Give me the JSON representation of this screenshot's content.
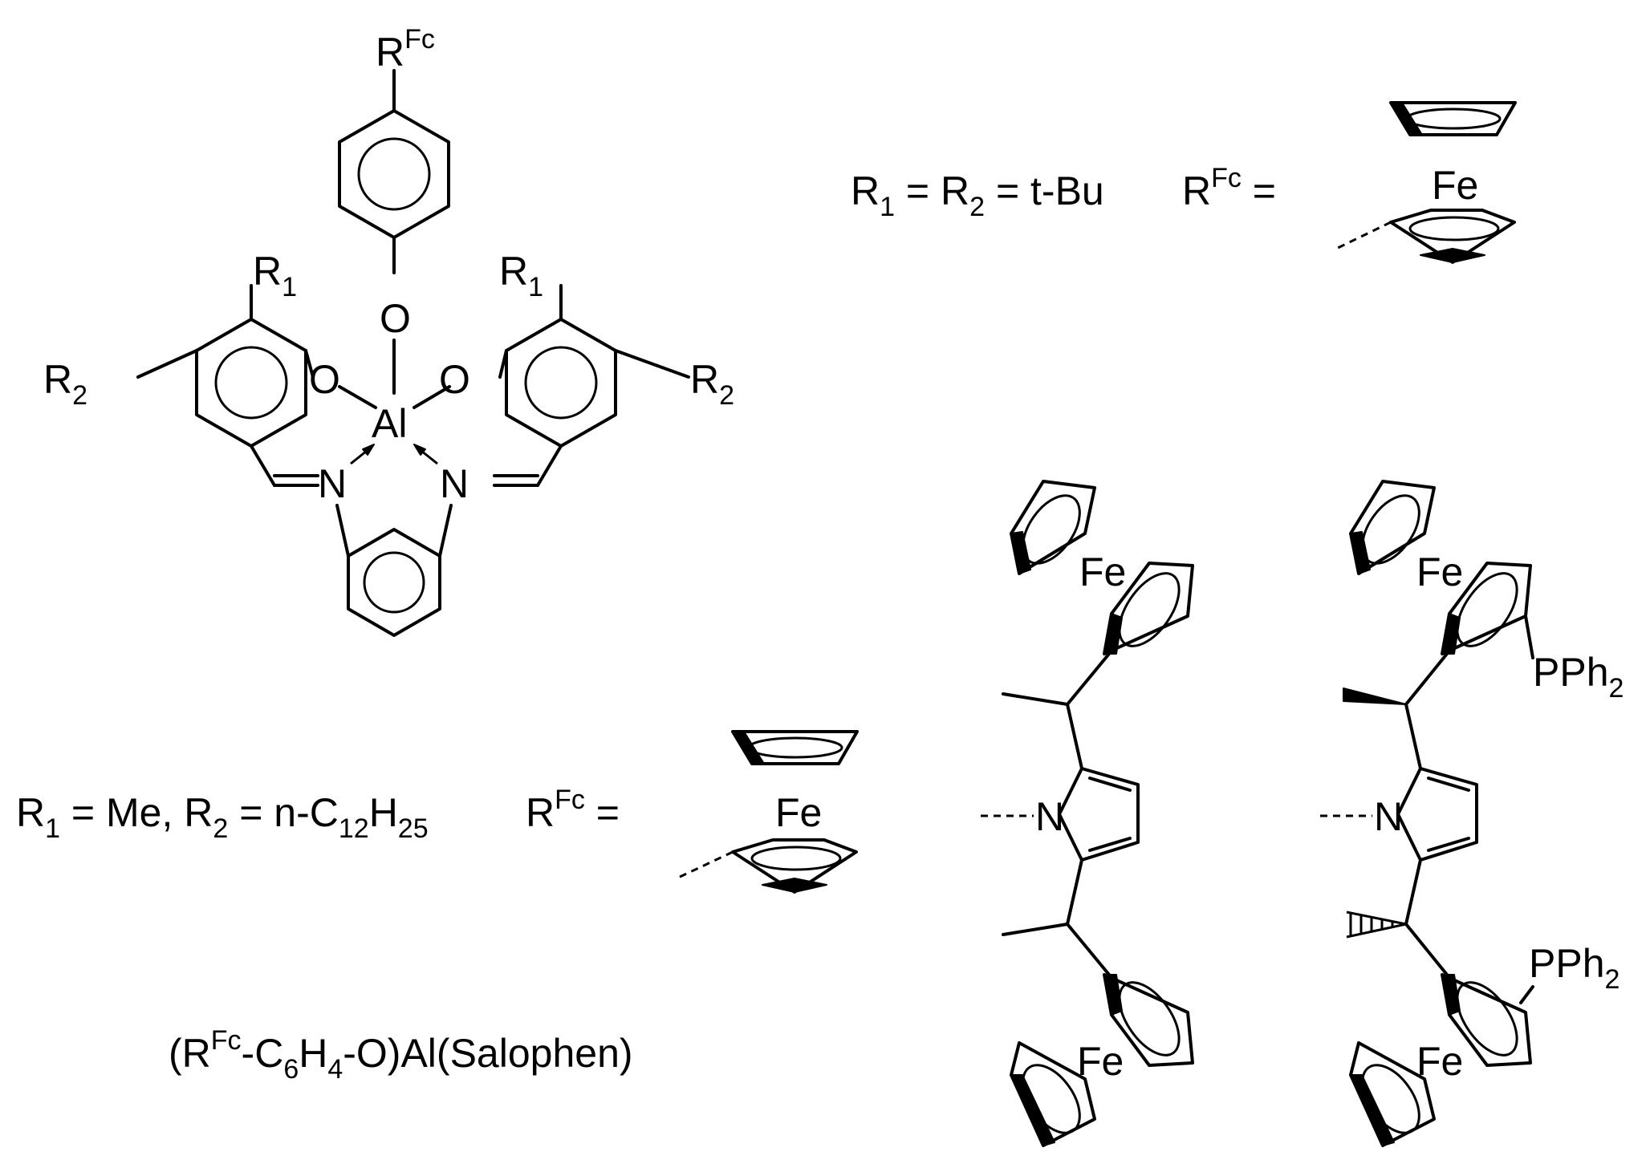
{
  "figure": {
    "salophen": {
      "atoms": {
        "top_sub": "R",
        "top_sub_sup": "Fc",
        "o_top": "O",
        "o_left": "O",
        "o_right": "O",
        "al": "Al",
        "n_left": "N",
        "n_right": "N",
        "r1_left": "R",
        "r1_left_sub": "1",
        "r1_right": "R",
        "r1_right_sub": "1",
        "r2_left": "R",
        "r2_left_sub": "2",
        "r2_right": "R",
        "r2_right_sub": "2"
      },
      "caption": {
        "p1": "(R",
        "sup": "Fc",
        "p2": "-C",
        "sub6": "6",
        "p3": "H",
        "sub4": "4",
        "p4": "-O)Al(Salophen)"
      }
    },
    "def_top": {
      "r1": "R",
      "r1_sub": "1",
      "eq1": " = R",
      "r2_sub": "2",
      "eq2": " = t-Bu",
      "rfc": "R",
      "rfc_sup": "Fc",
      "eq3": " =",
      "fe": "Fe"
    },
    "def_bottom": {
      "r1": "R",
      "r1_sub": "1",
      "eq1": " = Me, R",
      "r2_sub": "2",
      "eq2": " = n-C",
      "c_sub": "12",
      "h": "H",
      "h_sub": "25",
      "rfc": "R",
      "rfc_sup": "Fc",
      "eq3": " =",
      "fe": "Fe"
    },
    "pyrrole_left": {
      "n": "N",
      "fe_top": "Fe",
      "fe_bottom": "Fe"
    },
    "pyrrole_right": {
      "n": "N",
      "fe_top": "Fe",
      "fe_bottom": "Fe",
      "pph_top": "PPh",
      "pph_top_sub": "2",
      "pph_bottom": "PPh",
      "pph_bottom_sub": "2"
    }
  }
}
